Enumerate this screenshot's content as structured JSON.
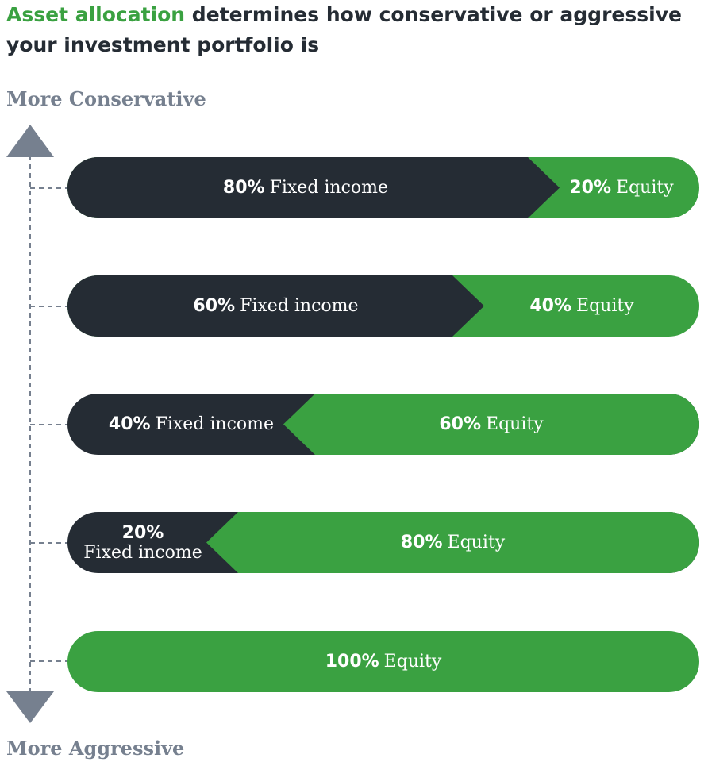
{
  "title": {
    "highlight": "Asset allocation",
    "rest": " determines how conservative or aggressive your investment portfolio is"
  },
  "axis": {
    "top_label": "More Conservative",
    "bottom_label": "More Aggressive",
    "up_icon": "triangle-up-icon",
    "down_icon": "triangle-down-icon"
  },
  "colors": {
    "fixed_income": "#252c34",
    "equity": "#3aa141",
    "axis": "#76808f",
    "title_highlight": "#3aa141"
  },
  "allocations": [
    {
      "fixed_pct": "80%",
      "fixed_label": "Fixed income",
      "equity_pct": "20%",
      "equity_label": "Equity",
      "fixed_share": 0.8
    },
    {
      "fixed_pct": "60%",
      "fixed_label": "Fixed income",
      "equity_pct": "40%",
      "equity_label": "Equity",
      "fixed_share": 0.6
    },
    {
      "fixed_pct": "40%",
      "fixed_label": "Fixed income",
      "equity_pct": "60%",
      "equity_label": "Equity",
      "fixed_share": 0.4
    },
    {
      "fixed_pct": "20%",
      "fixed_label": "Fixed income",
      "equity_pct": "80%",
      "equity_label": "Equity",
      "fixed_share": 0.2
    },
    {
      "fixed_pct": "",
      "fixed_label": "",
      "equity_pct": "100%",
      "equity_label": "Equity",
      "fixed_share": 0
    }
  ]
}
